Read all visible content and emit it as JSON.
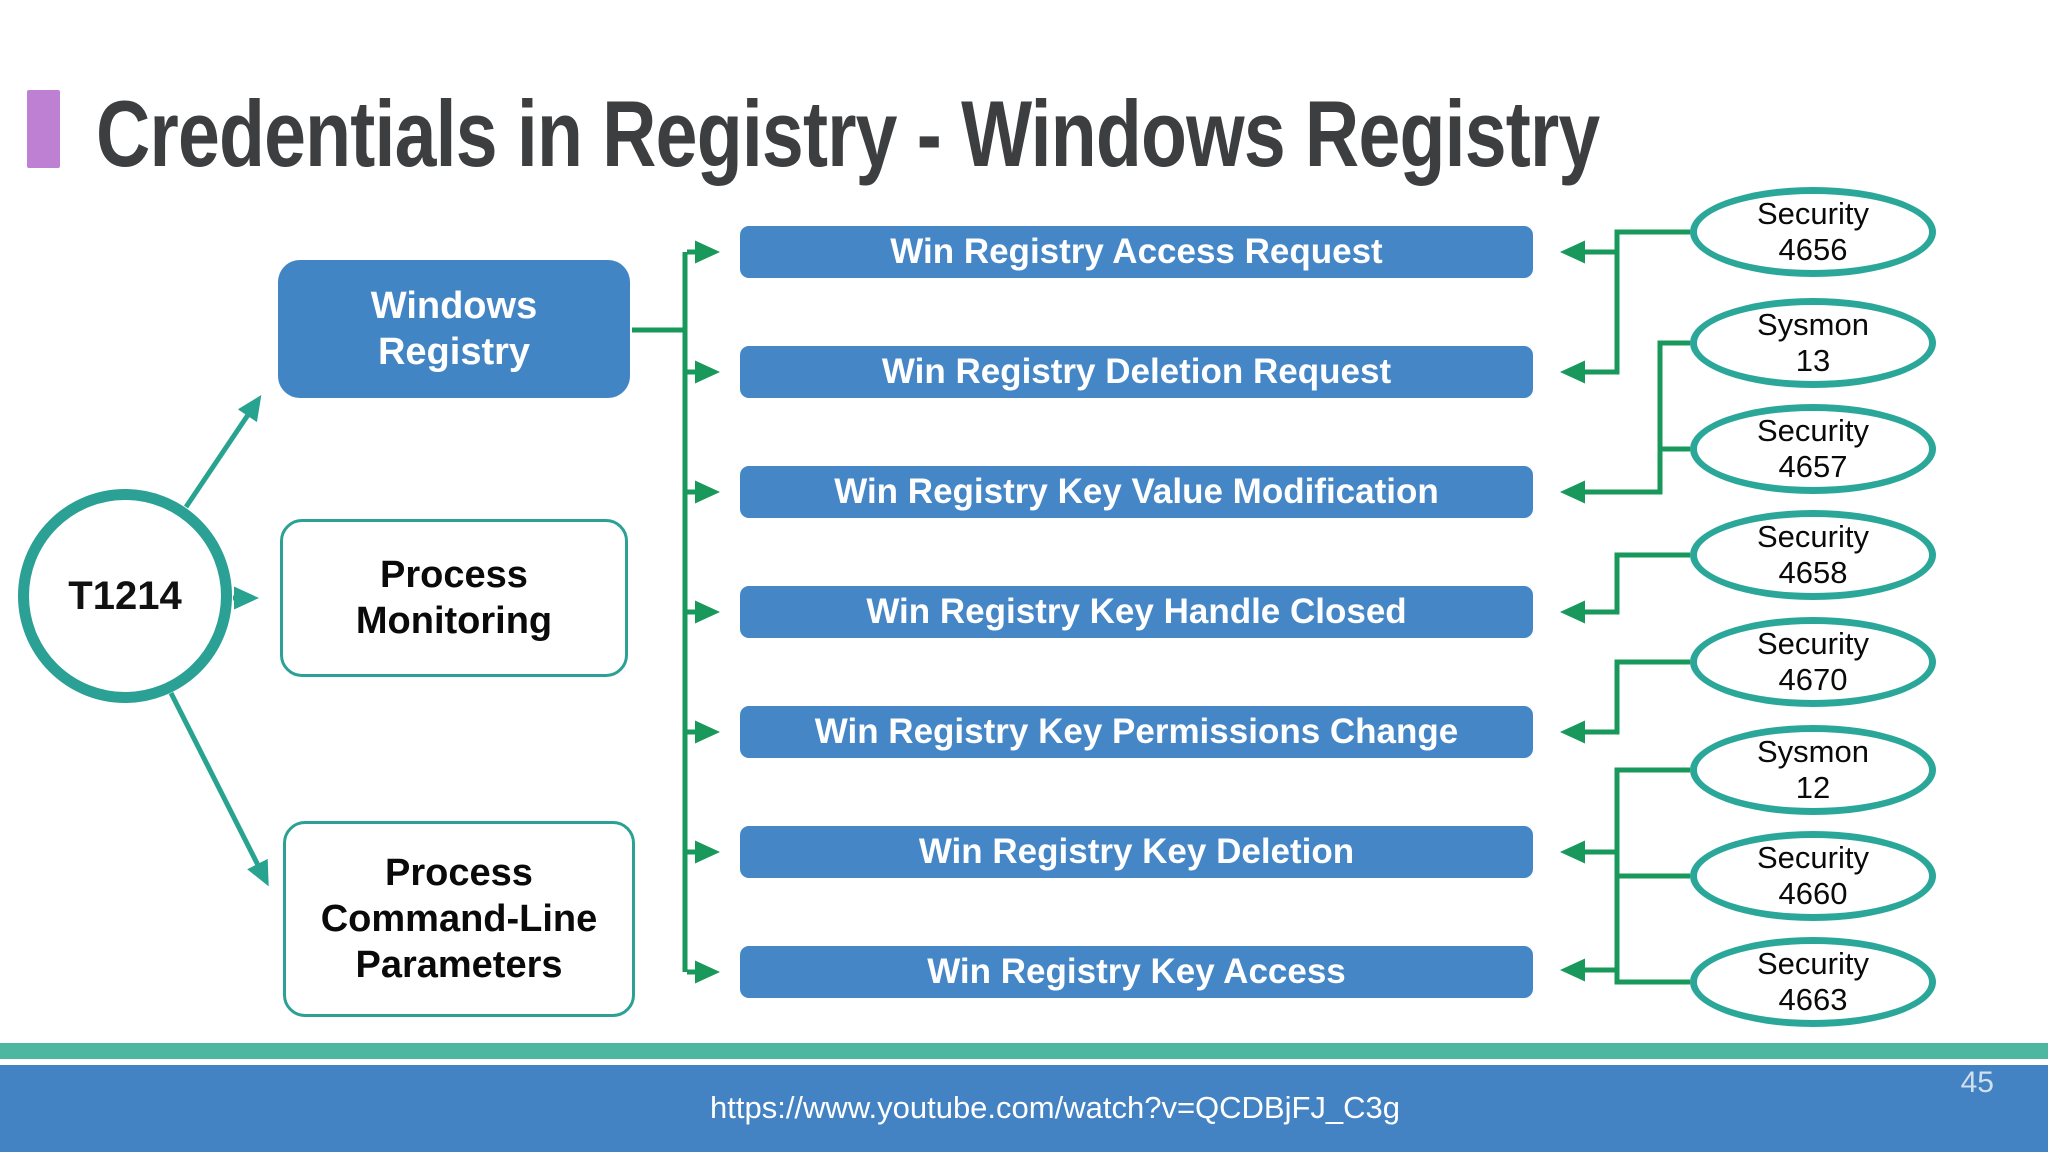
{
  "slide": {
    "title": "Credentials in Registry - Windows Registry",
    "footer_url": "https://www.youtube.com/watch?v=QCDBjFJ_C3g",
    "page_number": "45"
  },
  "diagram": {
    "technique": {
      "label": "T1214"
    },
    "categories": [
      {
        "label": "Windows Registry",
        "style": "filled-blue"
      },
      {
        "label": "Process Monitoring",
        "style": "outline"
      },
      {
        "label": "Process Command-Line Parameters",
        "style": "outline"
      }
    ],
    "events": [
      "Win Registry Access Request",
      "Win Registry Deletion Request",
      "Win Registry Key Value Modification",
      "Win Registry Key Handle Closed",
      "Win Registry Key Permissions Change",
      "Win Registry Key Deletion",
      "Win Registry Key Access"
    ],
    "sources": [
      {
        "line1": "Security",
        "line2": "4656"
      },
      {
        "line1": "Sysmon",
        "line2": "13"
      },
      {
        "line1": "Security",
        "line2": "4657"
      },
      {
        "line1": "Security",
        "line2": "4658"
      },
      {
        "line1": "Security",
        "line2": "4670"
      },
      {
        "line1": "Sysmon",
        "line2": "12"
      },
      {
        "line1": "Security",
        "line2": "4660"
      },
      {
        "line1": "Security",
        "line2": "4663"
      }
    ],
    "edges": {
      "technique_to_categories": [
        0,
        1,
        2
      ],
      "windows_registry_to_events": [
        0,
        1,
        2,
        3,
        4,
        5,
        6
      ],
      "source_to_event_indices": [
        [
          0,
          1
        ],
        [
          2
        ],
        [
          2
        ],
        [
          3
        ],
        [
          4
        ],
        [
          5,
          6
        ],
        [
          5,
          6
        ],
        [
          5,
          6
        ]
      ]
    }
  },
  "colors": {
    "accent_purple": "#bd80d2",
    "title_gray": "#3d3e40",
    "node_blue": "#4586c6",
    "teal_outline": "#2ba79a",
    "connector_green": "#18995b",
    "footer_teal": "#4db7a1",
    "footer_blue": "#4483c3"
  }
}
